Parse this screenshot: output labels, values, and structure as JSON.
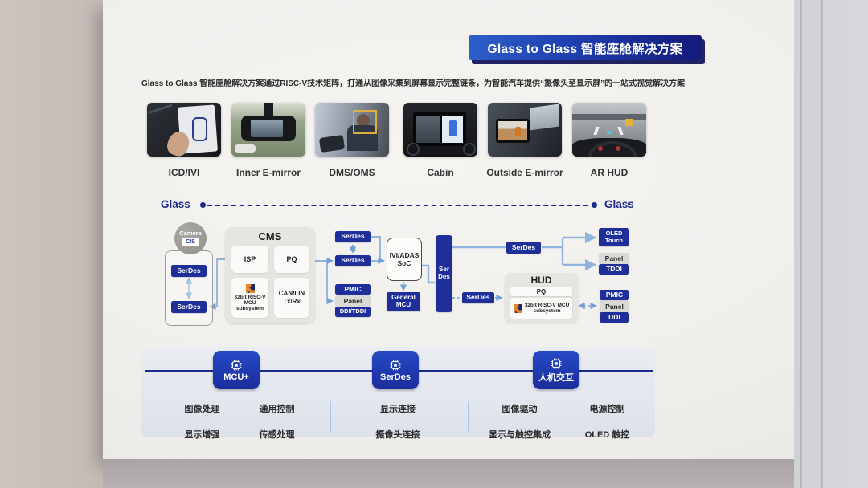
{
  "banner": {
    "title": "Glass to Glass 智能座舱解决方案"
  },
  "subtitle": "Glass to Glass 智能座舱解决方案通过RISC-V技术矩阵，打通从图像采集到屏幕显示完整链条，为智能汽车提供“摄像头至显示屏”的一站式视觉解决方案",
  "scenarios": [
    "ICD/IVI",
    "Inner E-mirror",
    "DMS/OMS",
    "Cabin",
    "Outside E-mirror",
    "AR HUD"
  ],
  "glass": {
    "left": "Glass",
    "right": "Glass"
  },
  "diagram": {
    "camera": {
      "label": "Camera",
      "chip": "CIS"
    },
    "cam_serdes_top": "SerDes",
    "cam_serdes_bottom": "SerDes",
    "cms": {
      "title": "CMS",
      "isp": "ISP",
      "pq": "PQ",
      "mcu": "32bit RISC-V MCU subsystem",
      "canlin": "CAN/LIN Tx/Rx"
    },
    "mid_serdes_top": "SerDes",
    "mid_serdes_bottom": "SerDes",
    "mid_pmic": "PMIC",
    "mid_panel": "Panel",
    "mid_ddi": "DDI/TDDI",
    "soc": "IVI/ADAS SoC",
    "general_mcu": "General MCU",
    "bus_serdes": "Ser Des",
    "disp_serdes": "SerDes",
    "oled_touch": "OLED Touch",
    "disp_panel": "Panel",
    "disp_tddi": "TDDI",
    "hud_serdes": "SerDes",
    "hud": {
      "title": "HUD",
      "pq": "PQ",
      "mcu": "32bit RISC-V MCU subsystem"
    },
    "hud_pmic": "PMIC",
    "hud_panel": "Panel",
    "hud_ddi": "DDI"
  },
  "bottom": {
    "pillars": [
      {
        "label": "MCU+",
        "items": [
          "图像处理",
          "通用控制",
          "显示增强",
          "传感处理"
        ]
      },
      {
        "label": "SerDes",
        "items": [
          "显示连接",
          "摄像头连接"
        ]
      },
      {
        "label": "人机交互",
        "items": [
          "图像驱动",
          "电源控制",
          "显示与触控集成",
          "OLED 触控"
        ]
      }
    ]
  },
  "colors": {
    "accent_blue": "#1e2f9a",
    "line_blue": "#6fa0d8",
    "navy": "#1b2a8a",
    "banner_from": "#2d5fc8",
    "banner_to": "#141a7a"
  }
}
